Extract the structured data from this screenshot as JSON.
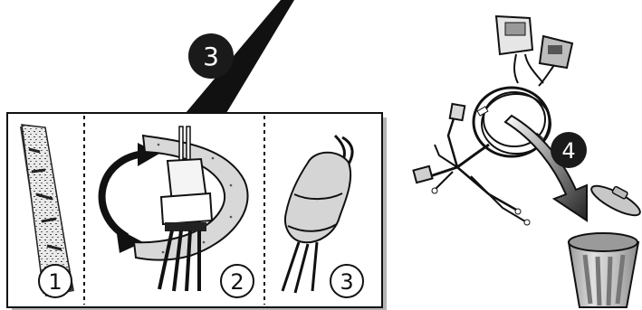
{
  "callouts": {
    "main_step": "3",
    "discard_step": "4"
  },
  "panels": [
    {
      "label": "1",
      "depicts": "foil-pad"
    },
    {
      "label": "2",
      "depicts": "wrap-tape-around-connector"
    },
    {
      "label": "3",
      "depicts": "wrapped-connector"
    }
  ],
  "icons": [
    "foil-pad-icon",
    "rotate-arrow-icon",
    "connector-icon",
    "tape-icon",
    "wire-harness-icon",
    "trash-can-icon",
    "down-arrow-icon"
  ],
  "colors": {
    "ink": "#111111",
    "callout_fill": "#1a1a1a",
    "callout_text": "#ffffff",
    "panel_bg": "#ffffff",
    "shadow": "#b5b5b5",
    "tape": "#d8d8d8",
    "can_light": "#cfcfcf",
    "can_dark": "#8e8e8e"
  }
}
